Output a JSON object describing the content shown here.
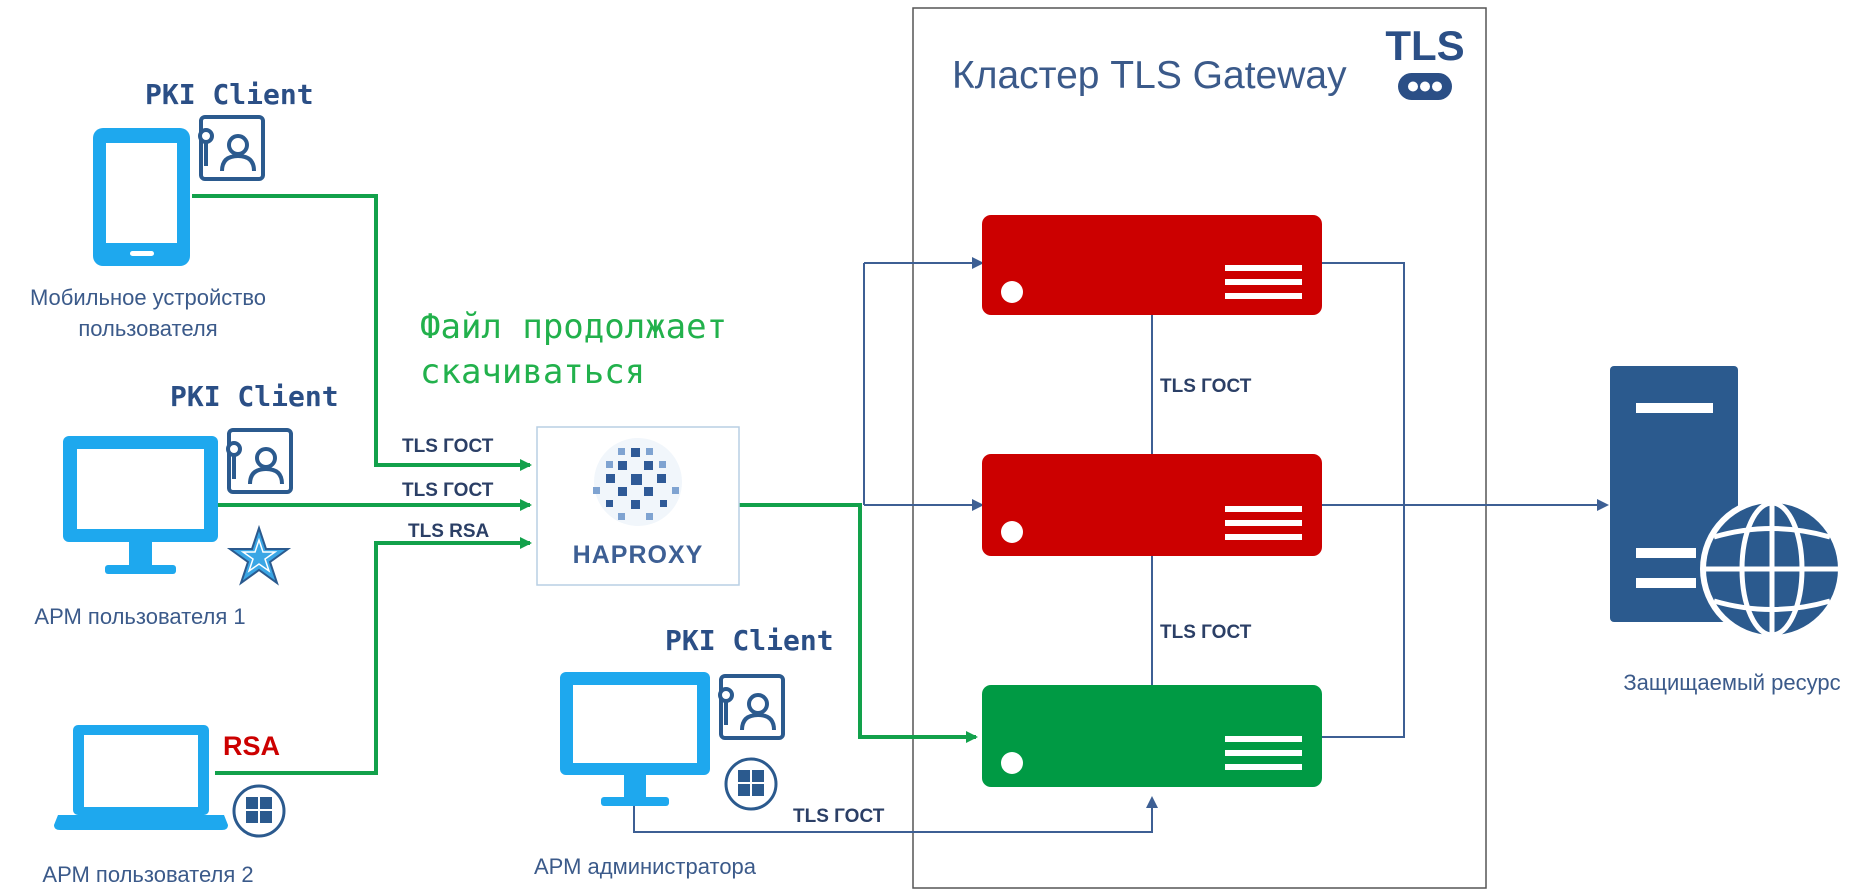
{
  "cluster": {
    "title": "Кластер TLS Gateway",
    "logo_text": "TLS"
  },
  "nodes": {
    "mobile": {
      "label_line1": "Мобильное устройство",
      "label_line2": "пользователя",
      "pki": "PKI Client"
    },
    "arm1": {
      "label": "АРМ пользователя 1",
      "pki": "PKI Client"
    },
    "arm2": {
      "label": "АРМ пользователя 2",
      "badge": "RSA"
    },
    "admin": {
      "label": "АРМ администратора",
      "pki": "PKI Client"
    },
    "haproxy": {
      "label": "HAPROXY"
    },
    "resource": {
      "label": "Защищаемый ресурс"
    }
  },
  "edges": {
    "mobile_to_haproxy": "TLS ГОСТ",
    "arm1_to_haproxy": "TLS ГОСТ",
    "arm2_to_haproxy": "TLS RSA",
    "gw1_gw2": "TLS ГОСТ",
    "gw2_gw3": "TLS ГОСТ",
    "admin_to_gw3": "TLS ГОСТ"
  },
  "status": {
    "line1": "Файл продолжает",
    "line2": "скачиваться"
  },
  "colors": {
    "green_link": "#12a14b",
    "blue_link": "#3d5f94",
    "device_blue": "#1ea8ee",
    "dark_blue": "#2b5a8e",
    "gateway_red": "#cc0000",
    "gateway_green": "#009a44",
    "status_green": "#22b14c"
  }
}
